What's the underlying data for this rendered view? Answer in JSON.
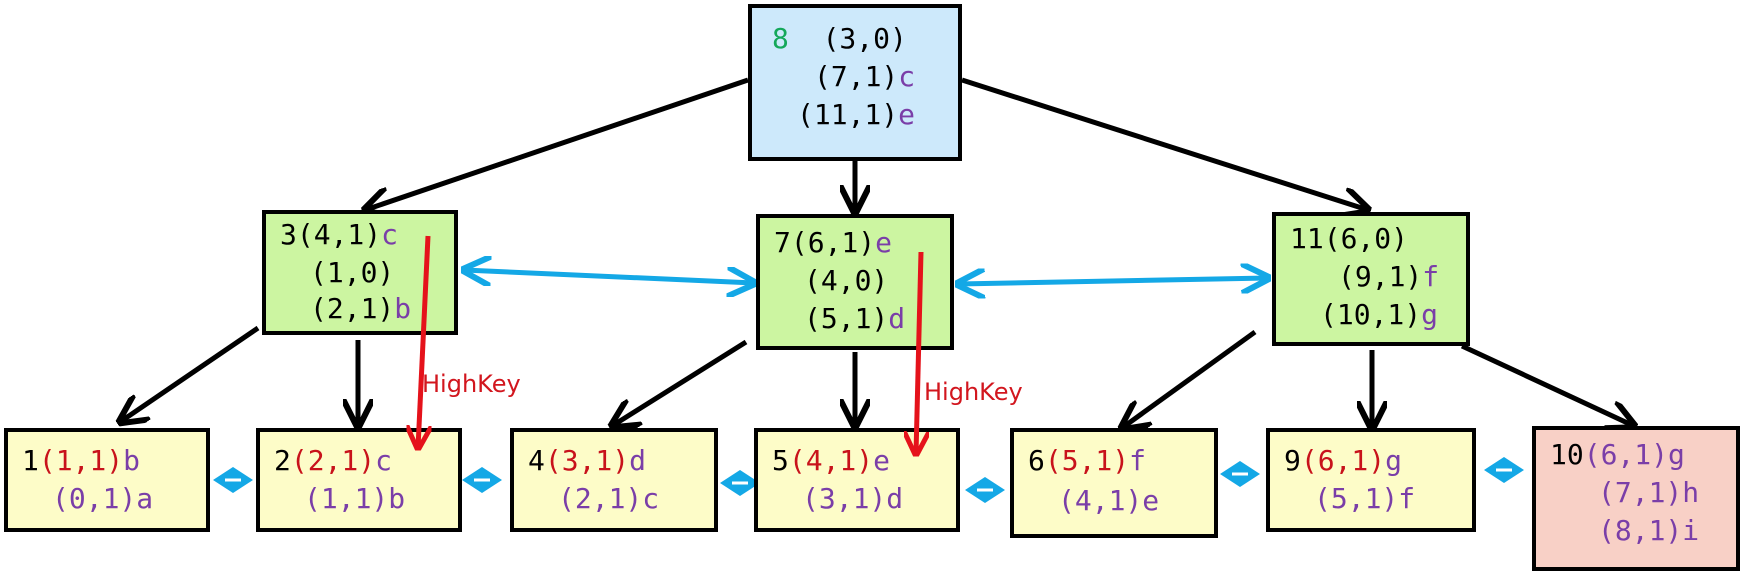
{
  "colors": {
    "root_fill": "#cde9fb",
    "inner_fill": "#ccf5a1",
    "leaf_fill": "#fdfcc8",
    "rightmost_leaf_fill": "#f8d0c6",
    "sibling_link": "#14a8e6",
    "highkey_arrow": "#e5121b",
    "key_text": "#7a3ea8",
    "leaf_first_tid": "#c8121b",
    "root_page_number": "#14a85a"
  },
  "root": {
    "page": "8",
    "entries": [
      {
        "tid": "(3,0)",
        "key": ""
      },
      {
        "tid": "(7,1)",
        "key": "c"
      },
      {
        "tid": "(11,1)",
        "key": "e"
      }
    ]
  },
  "inner": [
    {
      "page": "3",
      "entries": [
        {
          "tid": "(4,1)",
          "key": "c"
        },
        {
          "tid": "(1,0)",
          "key": ""
        },
        {
          "tid": "(2,1)",
          "key": "b"
        }
      ]
    },
    {
      "page": "7",
      "entries": [
        {
          "tid": "(6,1)",
          "key": "e"
        },
        {
          "tid": "(4,0)",
          "key": ""
        },
        {
          "tid": "(5,1)",
          "key": "d"
        }
      ]
    },
    {
      "page": "11",
      "entries": [
        {
          "tid": "(6,0)",
          "key": ""
        },
        {
          "tid": "(9,1)",
          "key": "f"
        },
        {
          "tid": "(10,1)",
          "key": "g"
        }
      ]
    }
  ],
  "leaves": [
    {
      "page": "1",
      "entries": [
        {
          "tid": "(1,1)",
          "key": "b"
        },
        {
          "tid": "(0,1)",
          "key": "a"
        }
      ]
    },
    {
      "page": "2",
      "entries": [
        {
          "tid": "(2,1)",
          "key": "c"
        },
        {
          "tid": "(1,1)",
          "key": "b"
        }
      ]
    },
    {
      "page": "4",
      "entries": [
        {
          "tid": "(3,1)",
          "key": "d"
        },
        {
          "tid": "(2,1)",
          "key": "c"
        }
      ]
    },
    {
      "page": "5",
      "entries": [
        {
          "tid": "(4,1)",
          "key": "e"
        },
        {
          "tid": "(3,1)",
          "key": "d"
        }
      ]
    },
    {
      "page": "6",
      "entries": [
        {
          "tid": "(5,1)",
          "key": "f"
        },
        {
          "tid": "(4,1)",
          "key": "e"
        }
      ]
    },
    {
      "page": "9",
      "entries": [
        {
          "tid": "(6,1)",
          "key": "g"
        },
        {
          "tid": "(5,1)",
          "key": "f"
        }
      ]
    },
    {
      "page": "10",
      "entries": [
        {
          "tid": "(6,1)",
          "key": "g"
        },
        {
          "tid": "(7,1)",
          "key": "h"
        },
        {
          "tid": "(8,1)",
          "key": "i"
        }
      ]
    }
  ],
  "highkey_label": "HighKey"
}
